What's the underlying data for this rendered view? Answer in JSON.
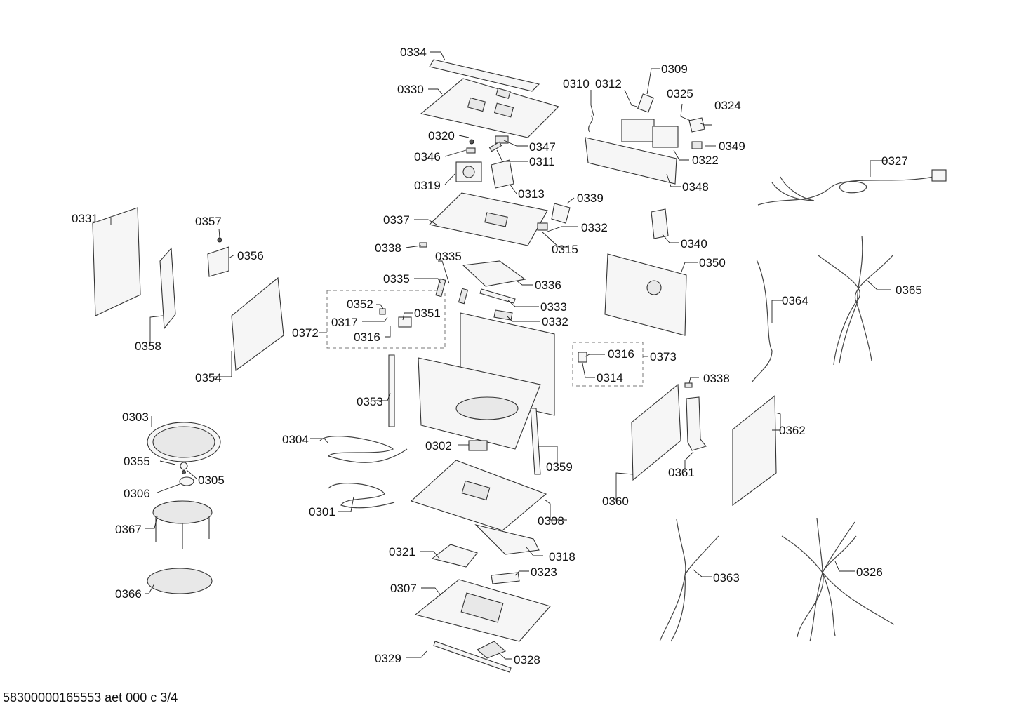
{
  "footer": {
    "text": "58300000165553 aet 000 c 3/4"
  },
  "labels": {
    "p0301": "0301",
    "p0302": "0302",
    "p0303": "0303",
    "p0304": "0304",
    "p0305": "0305",
    "p0306": "0306",
    "p0307": "0307",
    "p0308": "0308",
    "p0309": "0309",
    "p0310": "0310",
    "p0311": "0311",
    "p0312": "0312",
    "p0313": "0313",
    "p0314": "0314",
    "p0315": "0315",
    "p0316a": "0316",
    "p0316b": "0316",
    "p0317": "0317",
    "p0318": "0318",
    "p0319": "0319",
    "p0320": "0320",
    "p0321": "0321",
    "p0322": "0322",
    "p0323": "0323",
    "p0324": "0324",
    "p0325": "0325",
    "p0326": "0326",
    "p0327": "0327",
    "p0328": "0328",
    "p0329": "0329",
    "p0330": "0330",
    "p0331": "0331",
    "p0332a": "0332",
    "p0332b": "0332",
    "p0333": "0333",
    "p0334": "0334",
    "p0335a": "0335",
    "p0335b": "0335",
    "p0336": "0336",
    "p0337": "0337",
    "p0338a": "0338",
    "p0338b": "0338",
    "p0339": "0339",
    "p0340": "0340",
    "p0346": "0346",
    "p0347": "0347",
    "p0348": "0348",
    "p0349": "0349",
    "p0350": "0350",
    "p0351": "0351",
    "p0352": "0352",
    "p0353": "0353",
    "p0354": "0354",
    "p0355": "0355",
    "p0356": "0356",
    "p0357": "0357",
    "p0358": "0358",
    "p0359": "0359",
    "p0360": "0360",
    "p0361": "0361",
    "p0362": "0362",
    "p0363": "0363",
    "p0364": "0364",
    "p0365": "0365",
    "p0366": "0366",
    "p0367": "0367",
    "p0372": "0372",
    "p0373": "0373"
  }
}
